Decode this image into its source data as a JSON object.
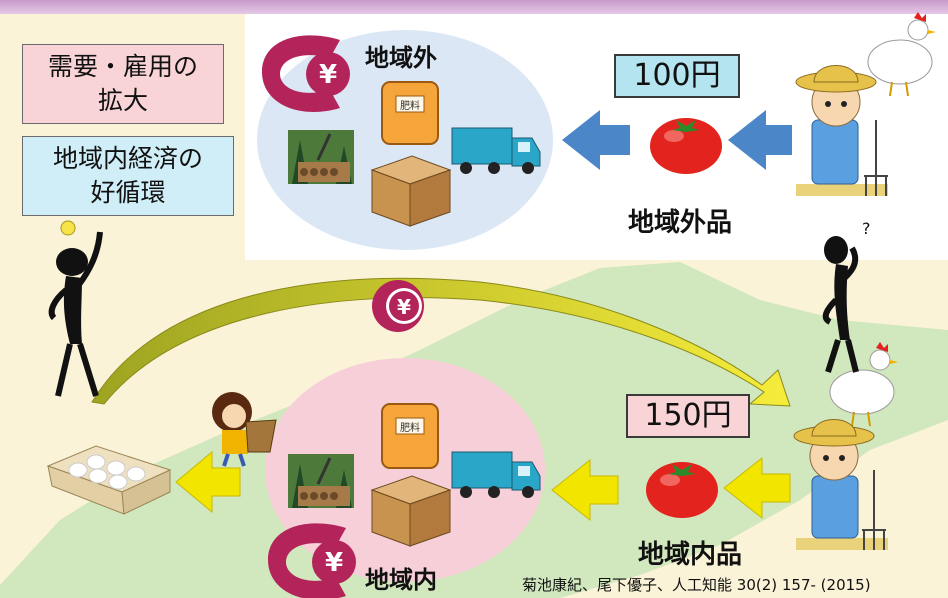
{
  "boxes": {
    "demand_line1": "需要・雇用の",
    "demand_line2": "拡大",
    "econ_line1": "地域内経済の",
    "econ_line2": "好循環"
  },
  "prices": {
    "outside": "100円",
    "inside": "150円"
  },
  "labels": {
    "outside_region": "地域外",
    "inside_region": "地域内",
    "outside_product": "地域外品",
    "inside_product": "地域内品",
    "yen_symbol": "¥",
    "fertilizer_text": "肥料",
    "question_mark": "?"
  },
  "citation": "菊池康紀、尾下優子、人工知能 30(2) 157- (2015)",
  "colors": {
    "outside_circle": "#dbe7f5",
    "inside_circle": "#f7cfd8",
    "blue_arrow": "#4a86c8",
    "yellow_arrow": "#f2e600",
    "yen_badge": "#b3245a",
    "land": "#c9e4b8"
  }
}
